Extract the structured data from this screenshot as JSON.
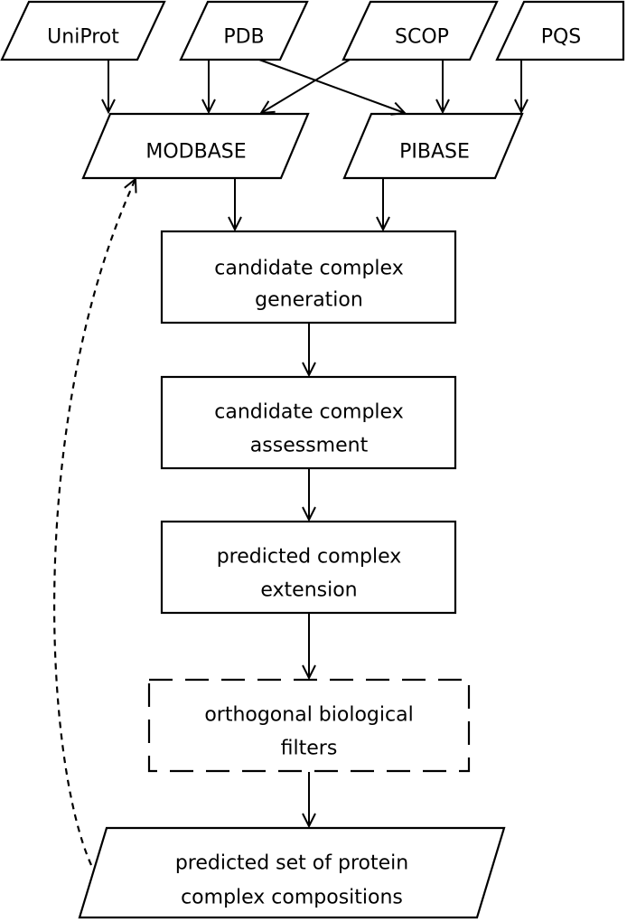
{
  "sources": {
    "uniprot": "UniProt",
    "pdb": "PDB",
    "scop": "SCOP",
    "pqs": "PQS"
  },
  "databases": {
    "modbase": "MODBASE",
    "pibase": "PIBASE"
  },
  "steps": {
    "generation": [
      "candidate complex",
      "generation"
    ],
    "assessment": [
      "candidate complex",
      "assessment"
    ],
    "extension": [
      "predicted complex",
      "extension"
    ],
    "filters": [
      "orthogonal biological",
      "filters"
    ]
  },
  "output": [
    "predicted set of protein",
    "complex compositions"
  ]
}
